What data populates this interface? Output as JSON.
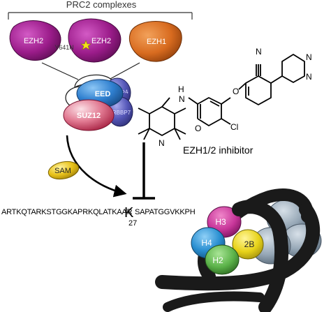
{
  "prc2": {
    "title": "PRC2 complexes",
    "variant_left": "EZH2",
    "mutation": "Y641N",
    "variant_mid": "EZH2",
    "variant_right": "EZH1",
    "core": {
      "eed": "EED",
      "rbbp4": "RBBP4",
      "suz12": "SUZ12",
      "rbbp7": "RBBP7"
    }
  },
  "cofactor": "SAM",
  "inhibitor_label": "EZH1/2 inhibitor",
  "molecule_atoms": {
    "nitrile_n": "N",
    "ether_o": "O",
    "amide_h": "H",
    "amide_n": "N",
    "amide_o": "O",
    "ring_n": "N",
    "chloro": "Cl",
    "pyr_n1": "N",
    "pyr_n2": "N"
  },
  "histone": {
    "seq_left": "ARTKQTARKSTGGKAPRKQLATKAAR",
    "residue": "K",
    "residue_num": "27",
    "seq_right": "SAPATGGVKKPH",
    "h3": "H3",
    "h4": "H4",
    "h2b": "2B",
    "h2a": "H2"
  },
  "colors": {
    "ezh2": "#9b1c8a",
    "ezh1": "#d86b1f",
    "eed": "#2f7fcf",
    "suz12": "#d94a6a",
    "rbbp": "#5557b8",
    "sam": "#e8c21a",
    "h3": "#c8369a",
    "h4": "#2a8fd1",
    "h2b": "#e8d31a",
    "h2a": "#5cb34a"
  }
}
